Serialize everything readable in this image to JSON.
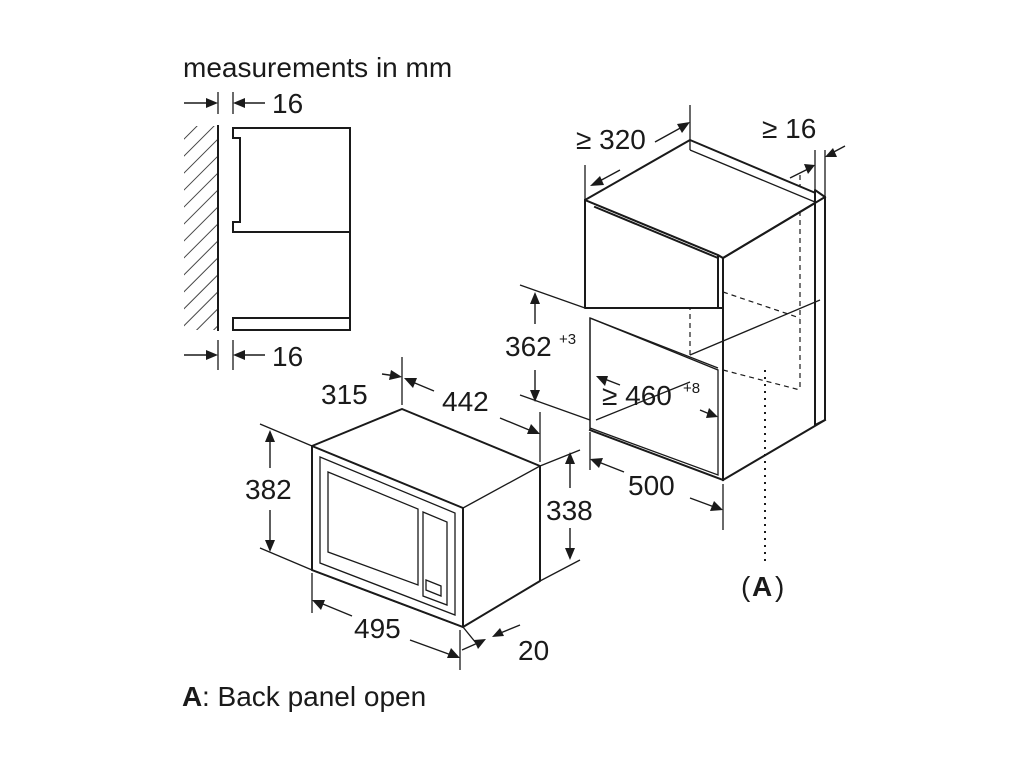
{
  "header": {
    "units_note": "measurements in mm"
  },
  "side_view": {
    "gap_top": "16",
    "gap_bottom": "16"
  },
  "appliance": {
    "depth": "315",
    "width": "442",
    "height_outer": "382",
    "height_inner": "338",
    "front_width": "495",
    "frame_depth": "20"
  },
  "cabinet": {
    "min_depth": "≥ 320",
    "min_gap": "≥ 16",
    "niche_height": "362",
    "niche_height_tol": "+3",
    "niche_width": "≥ 460",
    "niche_width_tol": "+8",
    "depth": "500"
  },
  "legend": {
    "marker": "A",
    "marker_label": "A",
    "marker_paren_open": "(",
    "marker_paren_close": ")",
    "description": ": Back panel open"
  }
}
